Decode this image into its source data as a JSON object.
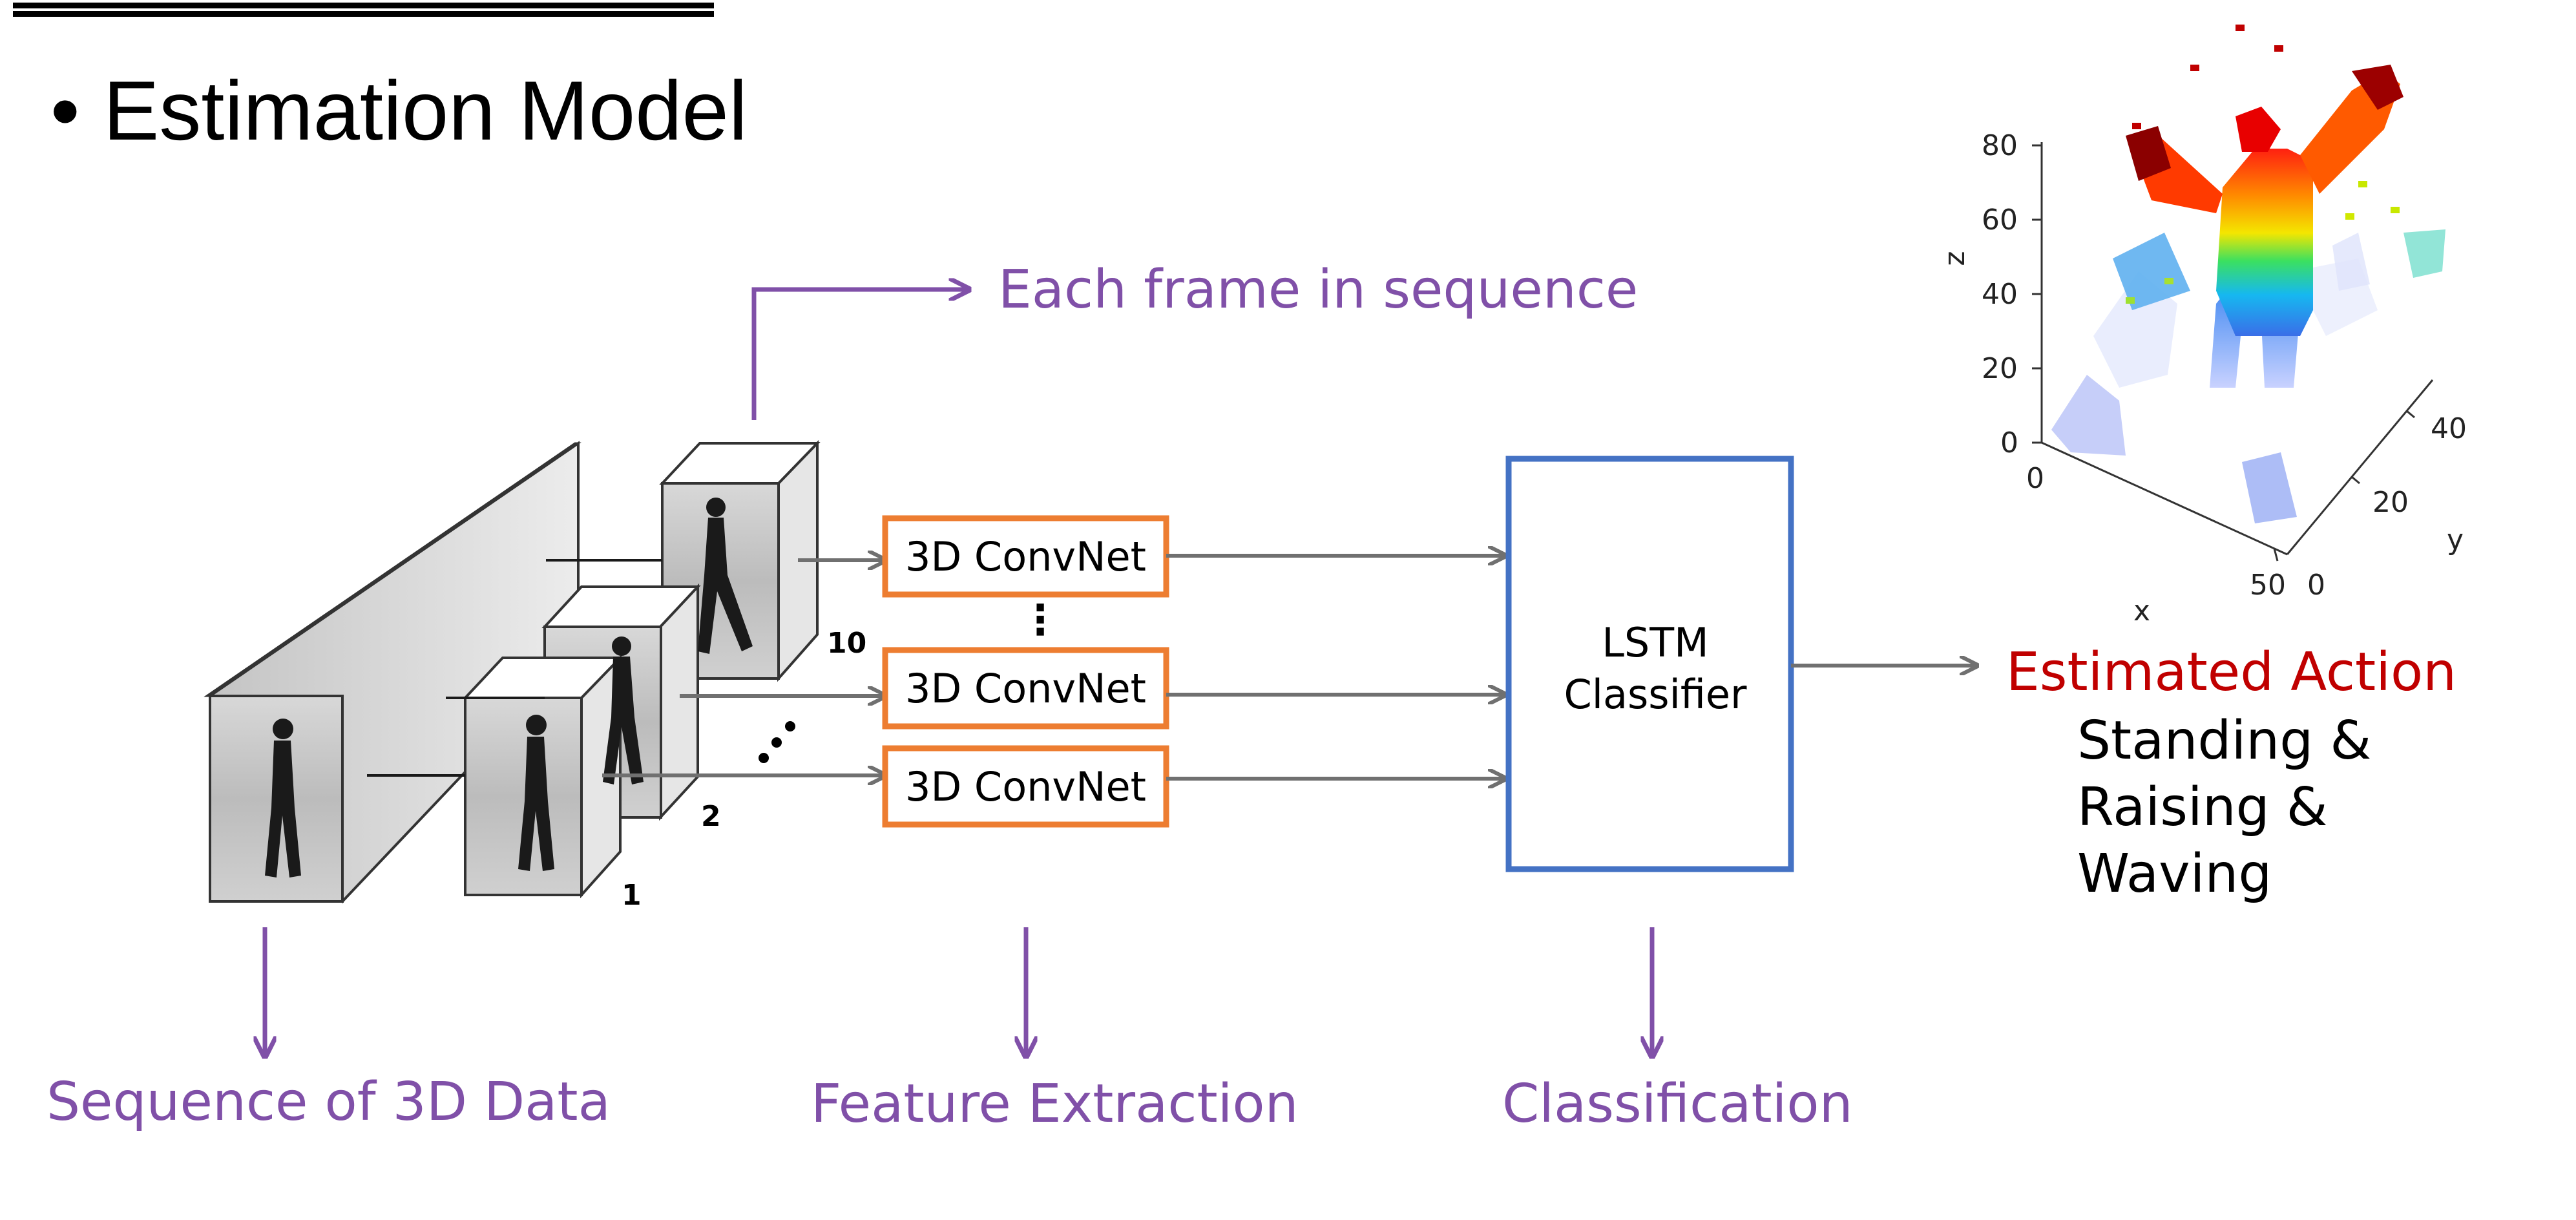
{
  "slide": {
    "title": "• Estimation Model"
  },
  "annotations": {
    "each_frame": "Each frame in sequence",
    "sequence": "Sequence of 3D Data",
    "feature_extraction": "Feature Extraction",
    "classification": "Classification"
  },
  "convnets": [
    {
      "label": "3D ConvNet"
    },
    {
      "label": "3D ConvNet"
    },
    {
      "label": "3D ConvNet"
    }
  ],
  "ellipsis": "⋮",
  "lstm": {
    "line1": "LSTM",
    "line2": "Classifier"
  },
  "frames": {
    "first": "1",
    "second": "2",
    "last": "10"
  },
  "output": {
    "heading": "Estimated Action",
    "lines": [
      "Standing &",
      "Raising &",
      "Waving"
    ]
  },
  "point_cloud": {
    "z_label": "z",
    "x_label": "x",
    "y_label": "y",
    "z_ticks": [
      "80",
      "60",
      "40",
      "20",
      "0"
    ],
    "x_ticks": [
      "0",
      "50"
    ],
    "y_ticks": [
      "0",
      "20",
      "40"
    ]
  },
  "colors": {
    "purple": "#8050a8",
    "orange": "#ed7d31",
    "blue": "#4472c4",
    "arrow_gray": "#707070",
    "red": "#c00000"
  }
}
